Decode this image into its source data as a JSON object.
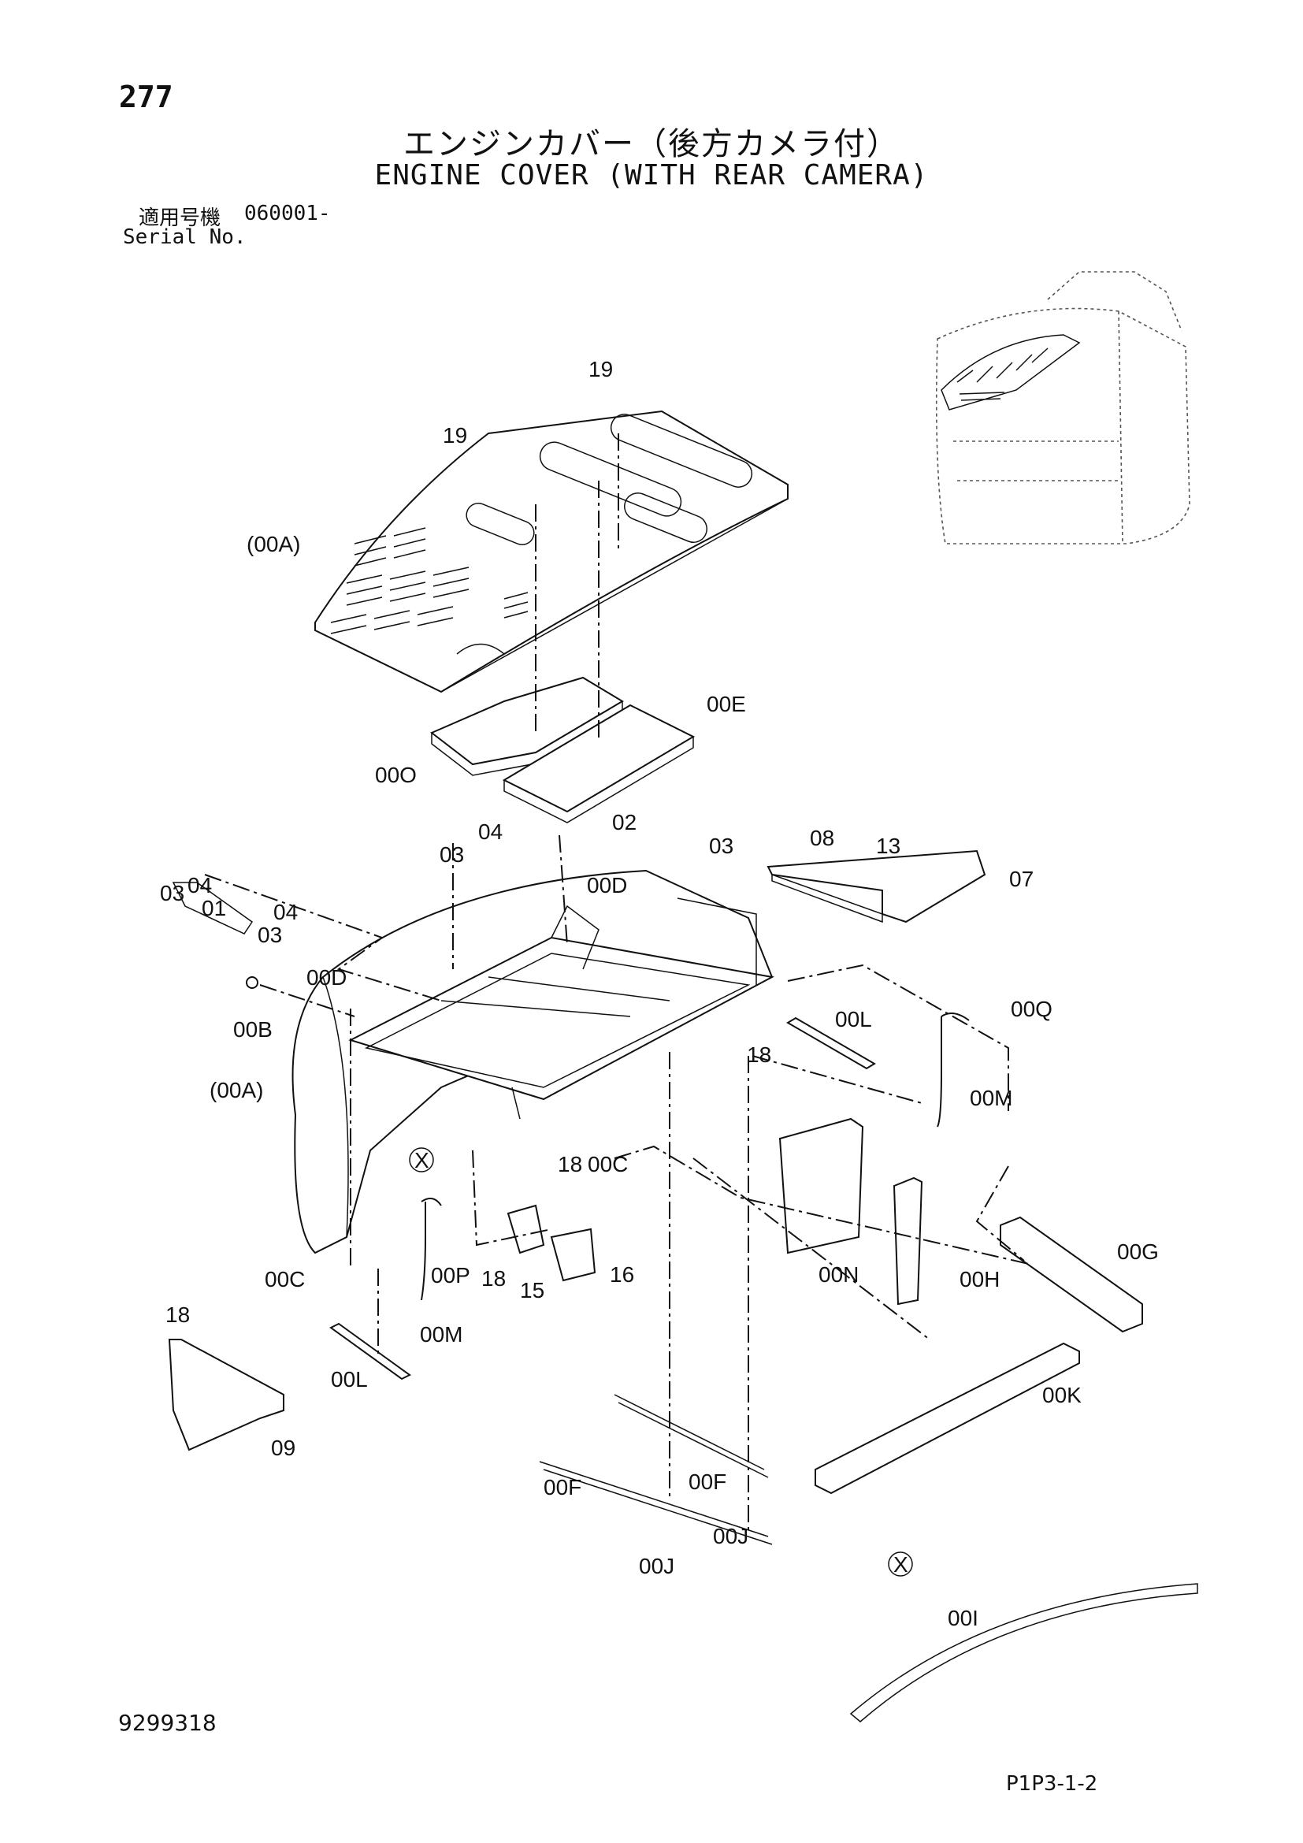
{
  "header": {
    "page_number": "277",
    "title_japanese": "エンジンカバー（後方カメラ付）",
    "title_english": "ENGINE COVER (WITH REAR CAMERA)",
    "serial_label_japanese": "適用号機",
    "serial_value": "060001-",
    "serial_label_english": "Serial No."
  },
  "footer": {
    "document_number": "9299318",
    "page_reference": "P1P3-1-2"
  },
  "diagram": {
    "part_labels": [
      "19",
      "19",
      "(00A)",
      "00E",
      "00O",
      "02",
      "04",
      "03",
      "03",
      "00D",
      "03",
      "04",
      "01",
      "04",
      "03",
      "08",
      "13",
      "07",
      "00D",
      "00B",
      "00L",
      "00Q",
      "18",
      "00M",
      "(00A)",
      "18",
      "00C",
      "00P",
      "18",
      "15",
      "16",
      "00N",
      "00H",
      "00G",
      "00C",
      "00M",
      "18",
      "00L",
      "09",
      "00K",
      "00F",
      "00F",
      "00J",
      "00J",
      "X",
      "X",
      "00I"
    ]
  }
}
